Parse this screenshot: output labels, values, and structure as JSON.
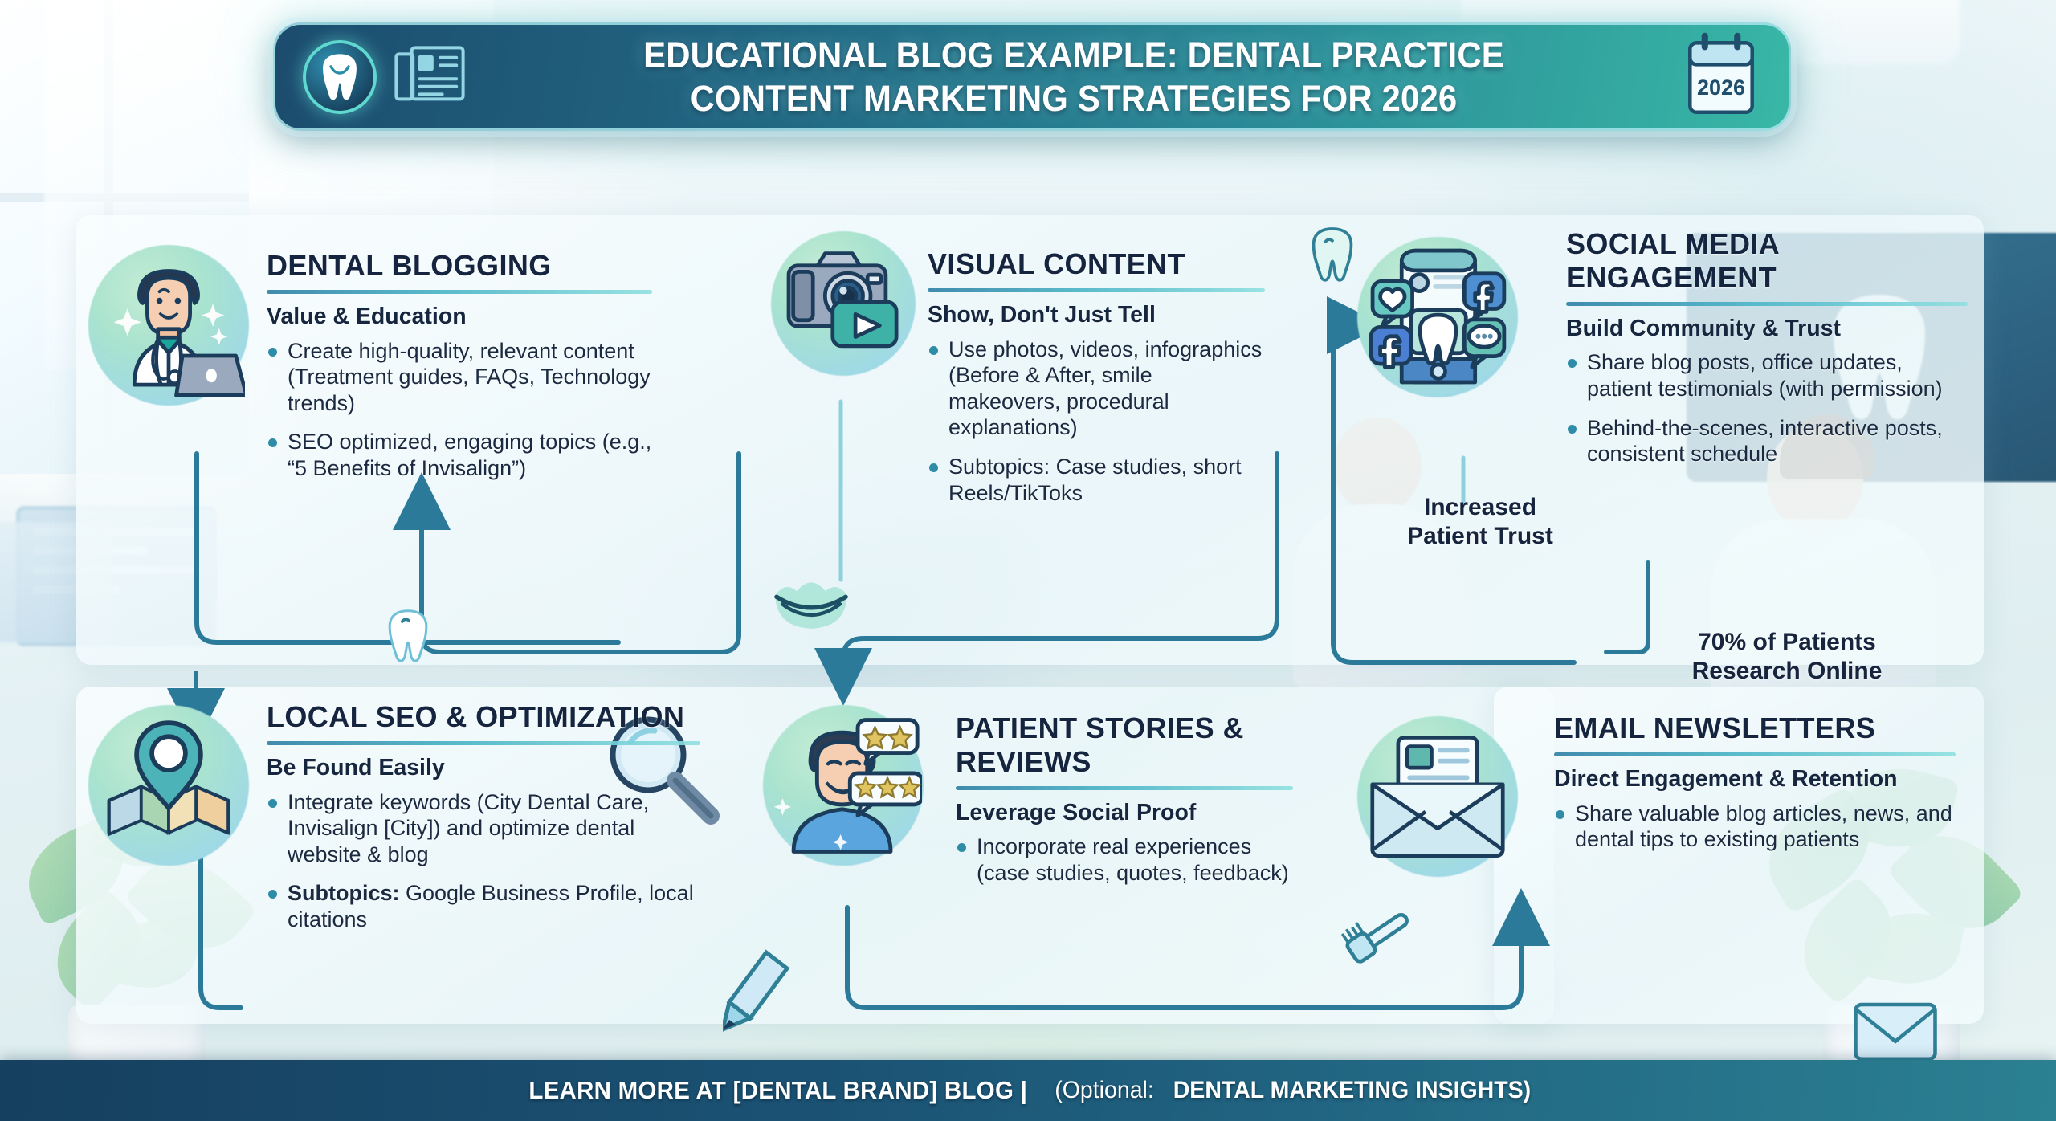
{
  "header": {
    "title_line1": "EDUCATIONAL BLOG EXAMPLE: DENTAL PRACTICE",
    "title_line2": "CONTENT MARKETING STRATEGIES FOR 2026",
    "badge_icon": "tooth-icon",
    "news_icon": "newspaper-icon",
    "calendar_icon": "calendar-icon",
    "calendar_year": "2026",
    "accent_start": "#1c4c6e",
    "accent_end": "#38b7a6"
  },
  "cards": [
    {
      "id": "blogging",
      "icon": "dentist-laptop-icon",
      "title": "DENTAL BLOGGING",
      "subtitle": "Value & Education",
      "bullets": [
        {
          "text": "Create high-quality, relevant content (Treatment guides, FAQs, Technology trends)"
        },
        {
          "text": "SEO optimized, engaging topics (e.g., “5 Benefits of Invisalign”)"
        }
      ]
    },
    {
      "id": "visual",
      "icon": "camera-video-icon",
      "title": "VISUAL CONTENT",
      "subtitle": "Show, Don't Just Tell",
      "bullets": [
        {
          "text": "Use photos, videos, infographics (Before & After, smile makeovers, procedural explanations)"
        },
        {
          "text": "Subtopics: Case studies, short Reels/TikToks"
        }
      ]
    },
    {
      "id": "social",
      "icon": "smartphone-social-icon",
      "title": "SOCIAL MEDIA ENGAGEMENT",
      "subtitle": "Build Community & Trust",
      "bullets": [
        {
          "text": "Share blog posts, office updates, patient testimonials (with permission)"
        },
        {
          "text": "Behind-the-scenes, interactive posts, consistent schedule"
        }
      ]
    },
    {
      "id": "seo",
      "icon": "map-pin-icon",
      "title": "LOCAL SEO & OPTIMIZATION",
      "subtitle": "Be Found Easily",
      "bullets": [
        {
          "text": "Integrate keywords (City Dental Care, Invisalign [City]) and optimize dental website & blog"
        },
        {
          "lead": "Subtopics:",
          "text": " Google Business Profile, local citations"
        }
      ]
    },
    {
      "id": "stories",
      "icon": "patient-reviews-icon",
      "title": "PATIENT STORIES & REVIEWS",
      "subtitle": "Leverage Social Proof",
      "bullets": [
        {
          "text": "Incorporate real experiences (case studies, quotes, feedback)"
        }
      ]
    },
    {
      "id": "email",
      "icon": "envelope-newsletter-icon",
      "title": "EMAIL NEWSLETTERS",
      "subtitle": "Direct Engagement & Retention",
      "bullets": [
        {
          "text": "Share valuable blog articles, news, and dental tips to existing patients"
        }
      ]
    }
  ],
  "annotations": {
    "trust": "Increased Patient Trust",
    "stat": "70% of Patients Research Online"
  },
  "decor_icons": [
    "tooth-icon",
    "tooth-icon",
    "smile-icon",
    "toothbrush-icon",
    "pen-icon",
    "envelope-icon",
    "magnifier-icon"
  ],
  "footer": {
    "main": "LEARN MORE AT [DENTAL BRAND] BLOG |",
    "optional_label": "(Optional:",
    "optional_value": "DENTAL MARKETING INSIGHTS)"
  }
}
